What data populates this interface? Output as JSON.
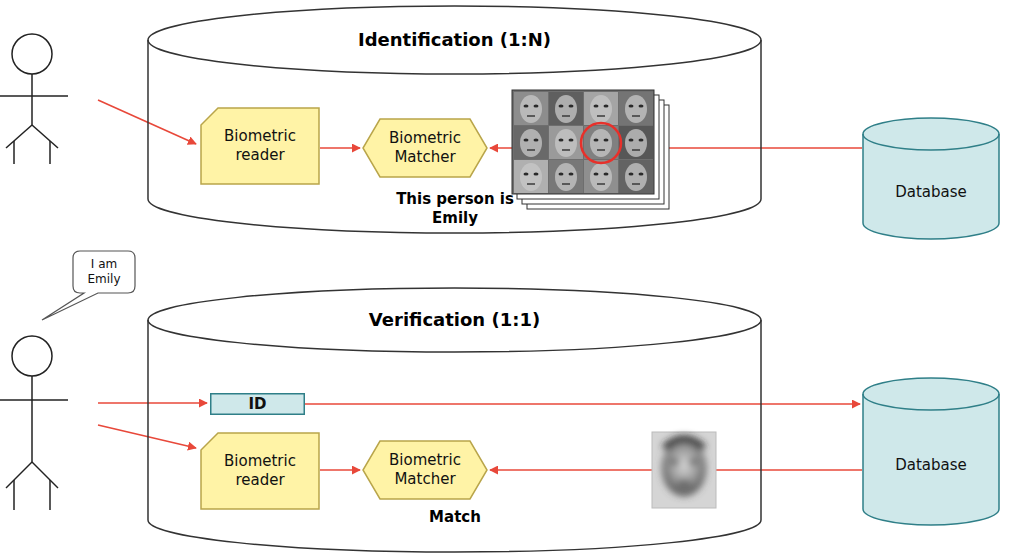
{
  "diagram": {
    "nodes": [
      {
        "text": [
          "Identification (1:N)"
        ]
      },
      {
        "text": [
          "Biometric reader"
        ],
        "in": 0
      },
      {
        "text": [
          "Biometric Matcher"
        ],
        "in": 0
      },
      {
        "text": [
          "Database"
        ]
      },
      {
        "text": [
          "I am Emily"
        ]
      },
      {
        "text": [
          "Verification (1:1)"
        ]
      },
      {
        "text": [
          "ID"
        ],
        "in": 5
      },
      {
        "text": [
          "Biometric reader"
        ],
        "in": 5
      },
      {
        "text": [
          "Biometric Matcher"
        ],
        "in": 5
      },
      {
        "text": [
          "Database"
        ]
      }
    ],
    "edges": [
      {
        "from": 1,
        "to": 2,
        "arrow": "to"
      },
      {
        "from": 3,
        "to": 2,
        "arrow": "to"
      },
      {
        "from": 6,
        "to": 9,
        "arrow": "to"
      },
      {
        "from": 7,
        "to": 8,
        "arrow": "to"
      },
      {
        "from": 9,
        "to": 8,
        "arrow": "to"
      }
    ],
    "labels": [
      "This person is Emily",
      "Match"
    ]
  }
}
